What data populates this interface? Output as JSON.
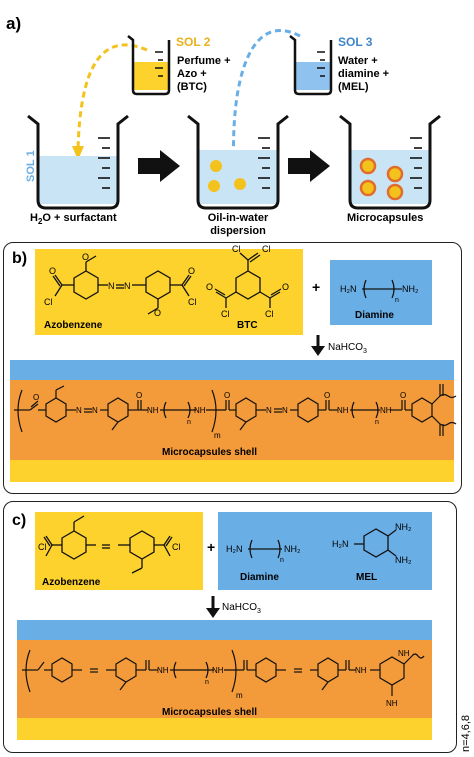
{
  "panel_a": {
    "letter": "a)",
    "sol1": "SOL 1",
    "sol2": "SOL 2",
    "sol3": "SOL 3",
    "sol2_text": [
      "Perfume +",
      "Azo +",
      "(BTC)"
    ],
    "sol3_text": [
      "Water +",
      "diamine  +",
      "(MEL)"
    ],
    "step1_h": "H",
    "step1_sub": "2",
    "step1_rest": "O + surfactant",
    "step2": [
      "Oil-in-water",
      "dispersion"
    ],
    "step3": "Microcapsules"
  },
  "panel_b": {
    "letter": "b)",
    "azobenzene": "Azobenzene",
    "btc": "BTC",
    "diamine": "Diamine",
    "plus": "+",
    "reagent": "NaHCO",
    "reagent_sub": "3",
    "shell": "Microcapsules shell",
    "cl": "Cl",
    "o": "O",
    "n": "N",
    "h": "H",
    "nh": "NH",
    "h2n": "H₂N",
    "nh2": "NH₂",
    "m": "m",
    "nidx": "n"
  },
  "panel_c": {
    "letter": "c)",
    "azobenzene": "Azobenzene",
    "diamine": "Diamine",
    "mel": "MEL",
    "plus": "+",
    "reagent": "NaHCO",
    "reagent_sub": "3",
    "shell": "Microcapsules shell",
    "side_note": "n=4,6,8",
    "cl": "Cl",
    "nh": "NH",
    "m": "m",
    "nidx": "n"
  },
  "colors": {
    "yellow": "#fdd22d",
    "blue": "#6aaee6",
    "orange": "#f39a3a",
    "liquid": "#c8e4f5",
    "drop": "#f3c21c",
    "sol2": "#e8b21a",
    "sol3": "#3f86c8"
  }
}
